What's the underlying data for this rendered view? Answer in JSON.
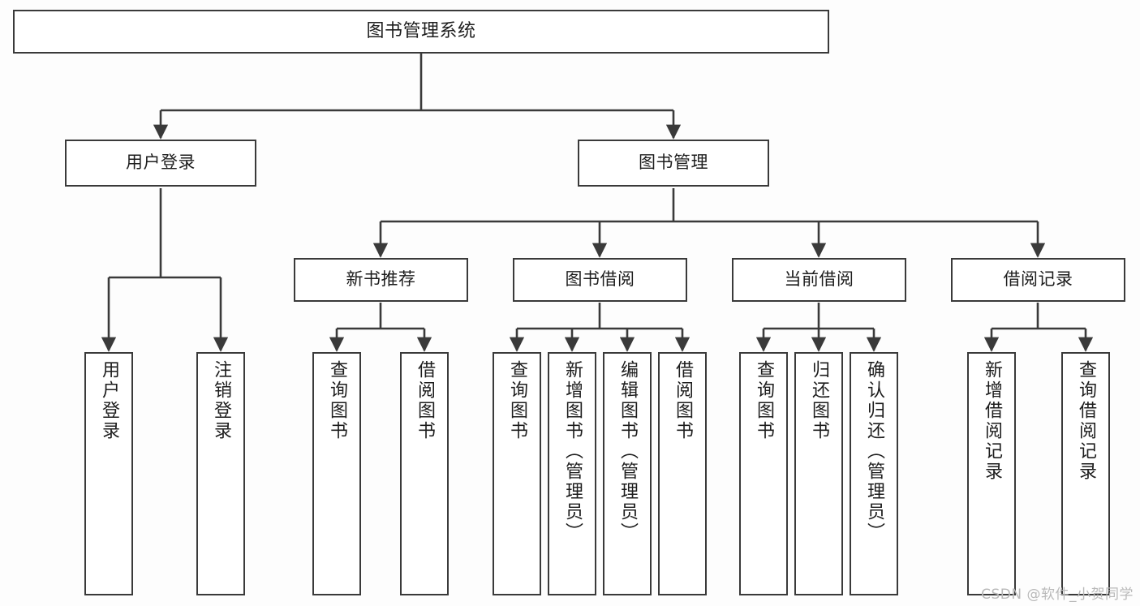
{
  "diagram": {
    "title": "图书管理系统",
    "type": "tree",
    "watermark": "CSDN @软件_小贺同学",
    "colors": {
      "stroke": "#3a3a3a",
      "node_fill": "#ffffff",
      "canvas": "#fdfdfd",
      "text": "#1d1d1d",
      "watermark": "#b9b9b9"
    },
    "nodes": {
      "root": {
        "label": "图书管理系统",
        "level": 1
      },
      "user_login": {
        "label": "用户登录",
        "level": 2
      },
      "book_manage": {
        "label": "图书管理",
        "level": 2
      },
      "new_book_rec": {
        "label": "新书推荐",
        "level": 3
      },
      "book_borrow": {
        "label": "图书借阅",
        "level": 3
      },
      "current_borrow": {
        "label": "当前借阅",
        "level": 3
      },
      "borrow_record": {
        "label": "借阅记录",
        "level": 3
      },
      "leaf_user_login": {
        "label": "用户登录",
        "level": 4
      },
      "leaf_logout": {
        "label": "注销登录",
        "level": 4
      },
      "leaf_query_book_1": {
        "label": "查询图书",
        "level": 4
      },
      "leaf_borrow_book_1": {
        "label": "借阅图书",
        "level": 4
      },
      "leaf_query_book_2": {
        "label": "查询图书",
        "level": 4
      },
      "leaf_add_book": {
        "label": "新增图书（管理员）",
        "level": 4
      },
      "leaf_edit_book": {
        "label": "编辑图书（管理员）",
        "level": 4
      },
      "leaf_borrow_book_2": {
        "label": "借阅图书",
        "level": 4
      },
      "leaf_query_book_3": {
        "label": "查询图书",
        "level": 4
      },
      "leaf_return_book": {
        "label": "归还图书",
        "level": 4
      },
      "leaf_confirm_return": {
        "label": "确认归还（管理员）",
        "level": 4
      },
      "leaf_add_record": {
        "label": "新增借阅记录",
        "level": 4
      },
      "leaf_query_record": {
        "label": "查询借阅记录",
        "level": 4
      }
    },
    "edges": [
      {
        "from": "root",
        "to": "user_login"
      },
      {
        "from": "root",
        "to": "book_manage"
      },
      {
        "from": "user_login",
        "to": "leaf_user_login"
      },
      {
        "from": "user_login",
        "to": "leaf_logout"
      },
      {
        "from": "book_manage",
        "to": "new_book_rec"
      },
      {
        "from": "book_manage",
        "to": "book_borrow"
      },
      {
        "from": "book_manage",
        "to": "current_borrow"
      },
      {
        "from": "book_manage",
        "to": "borrow_record"
      },
      {
        "from": "new_book_rec",
        "to": "leaf_query_book_1"
      },
      {
        "from": "new_book_rec",
        "to": "leaf_borrow_book_1"
      },
      {
        "from": "book_borrow",
        "to": "leaf_query_book_2"
      },
      {
        "from": "book_borrow",
        "to": "leaf_add_book"
      },
      {
        "from": "book_borrow",
        "to": "leaf_edit_book"
      },
      {
        "from": "book_borrow",
        "to": "leaf_borrow_book_2"
      },
      {
        "from": "current_borrow",
        "to": "leaf_query_book_3"
      },
      {
        "from": "current_borrow",
        "to": "leaf_return_book"
      },
      {
        "from": "current_borrow",
        "to": "leaf_confirm_return"
      },
      {
        "from": "borrow_record",
        "to": "leaf_add_record"
      },
      {
        "from": "borrow_record",
        "to": "leaf_query_record"
      }
    ]
  }
}
